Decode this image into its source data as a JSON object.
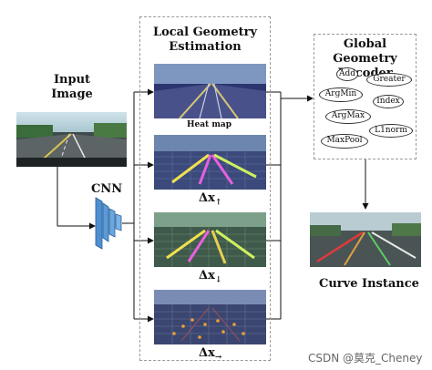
{
  "input": {
    "label_line1": "Input",
    "label_line2": "Image"
  },
  "cnn": {
    "label": "CNN"
  },
  "local": {
    "title_line1": "Local Geometry",
    "title_line2": "Estimation",
    "heatmap_label": "Heat map",
    "delta_x_up": "Δx",
    "delta_x_up_sub": "↑",
    "delta_x_down": "Δx",
    "delta_x_down_sub": "↓",
    "delta_x_right": "Δx",
    "delta_x_right_sub": "→"
  },
  "global": {
    "title_line1": "Global Geometry",
    "title_line2": "Decoder",
    "ops": [
      "Add",
      "Greater",
      "ArgMin",
      "Index",
      "ArgMax",
      "L1norm",
      "MaxPool"
    ]
  },
  "output": {
    "label": "Curve Instance"
  },
  "watermark": "CSDN @莫克_Cheney"
}
